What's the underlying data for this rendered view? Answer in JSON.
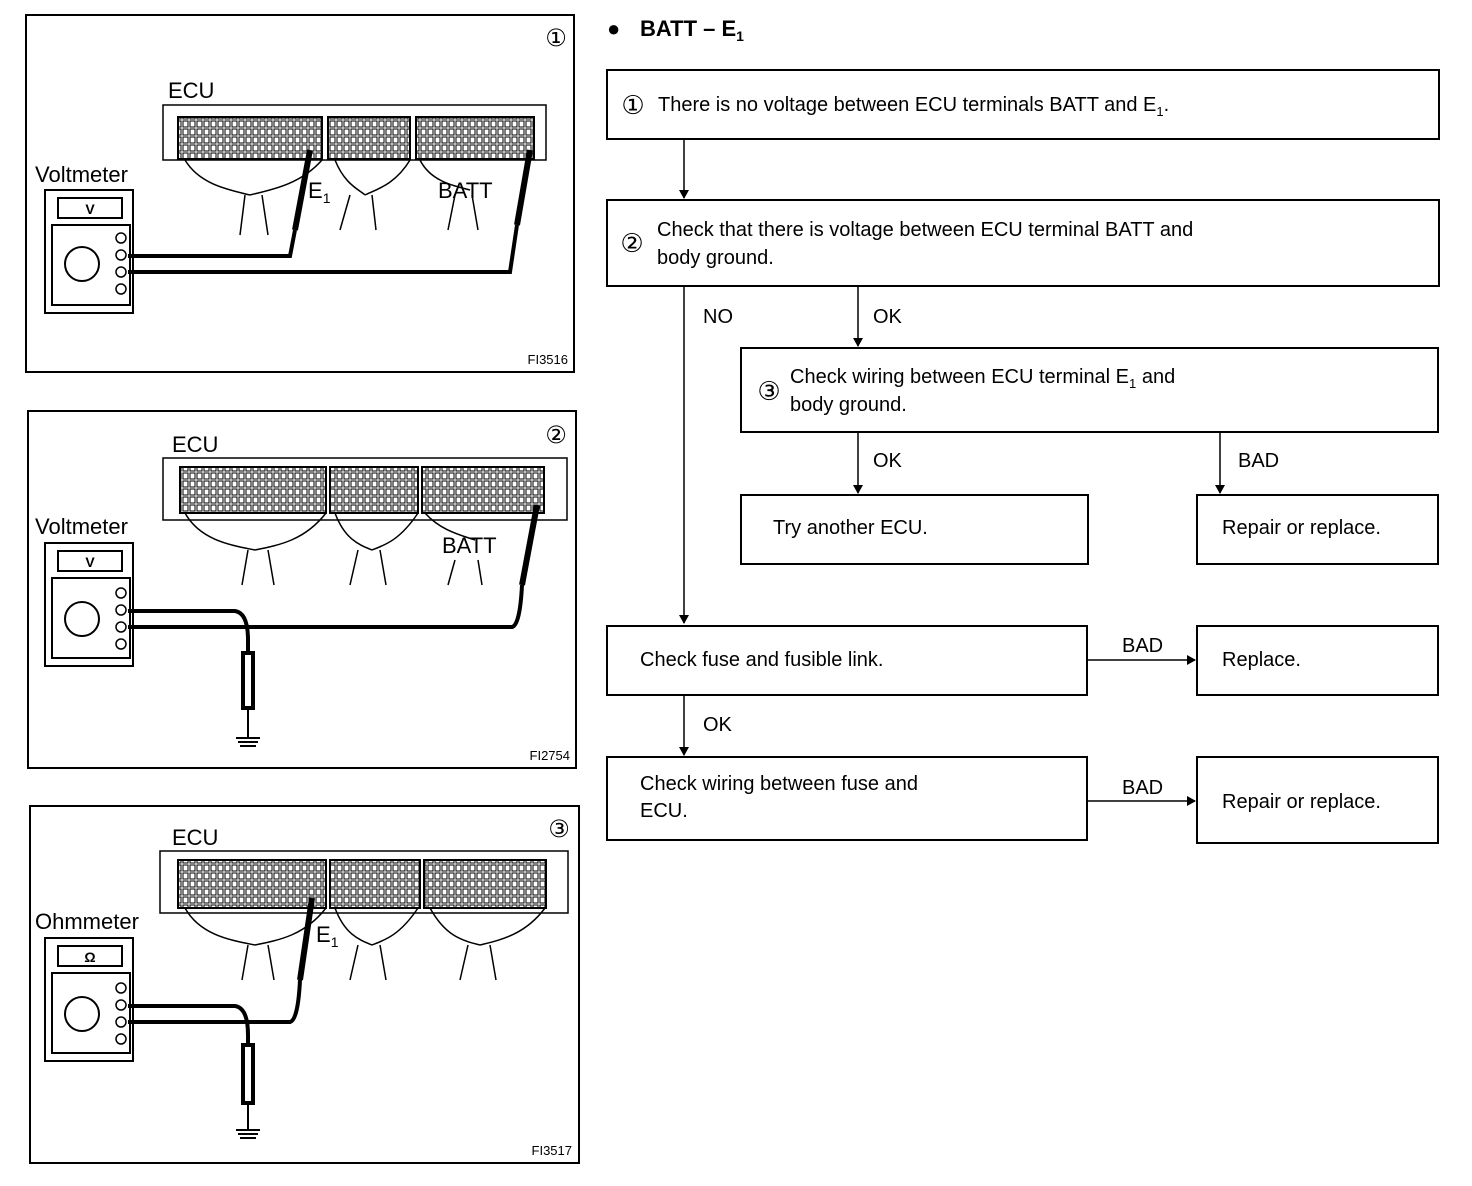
{
  "heading": {
    "bullet": "●",
    "text": "BATT – E",
    "sub": "1"
  },
  "panels": [
    {
      "number": "①",
      "ecu": "ECU",
      "meter": "Voltmeter",
      "meter_symbol": "V",
      "label_a": "E",
      "label_a_sub": "1",
      "label_b": "BATT",
      "fig": "FI3516"
    },
    {
      "number": "②",
      "ecu": "ECU",
      "meter": "Voltmeter",
      "meter_symbol": "V",
      "label_b": "BATT",
      "fig": "FI2754"
    },
    {
      "number": "③",
      "ecu": "ECU",
      "meter": "Ohmmeter",
      "meter_symbol": "Ω",
      "label_a": "E",
      "label_a_sub": "1",
      "fig": "FI3517"
    }
  ],
  "flow": {
    "step1": {
      "num": "①",
      "text": "There is no voltage between ECU terminals BATT and E",
      "sub": "1",
      "tail": "."
    },
    "step2": {
      "num": "②",
      "line1": "Check that there is voltage between ECU terminal BATT and",
      "line2": "body ground."
    },
    "step3": {
      "num": "③",
      "line1": "Check wiring between ECU terminal E",
      "line1_sub": "1",
      "line1_tail": " and",
      "line2": "body ground."
    },
    "try_ecu": "Try another ECU.",
    "repair1": "Repair or replace.",
    "fuse": "Check fuse and fusible link.",
    "replace": "Replace.",
    "wiring_line1": "Check wiring between fuse and",
    "wiring_line2": "ECU.",
    "repair2": "Repair or replace.",
    "labels": {
      "no": "NO",
      "ok": "OK",
      "bad": "BAD"
    }
  }
}
